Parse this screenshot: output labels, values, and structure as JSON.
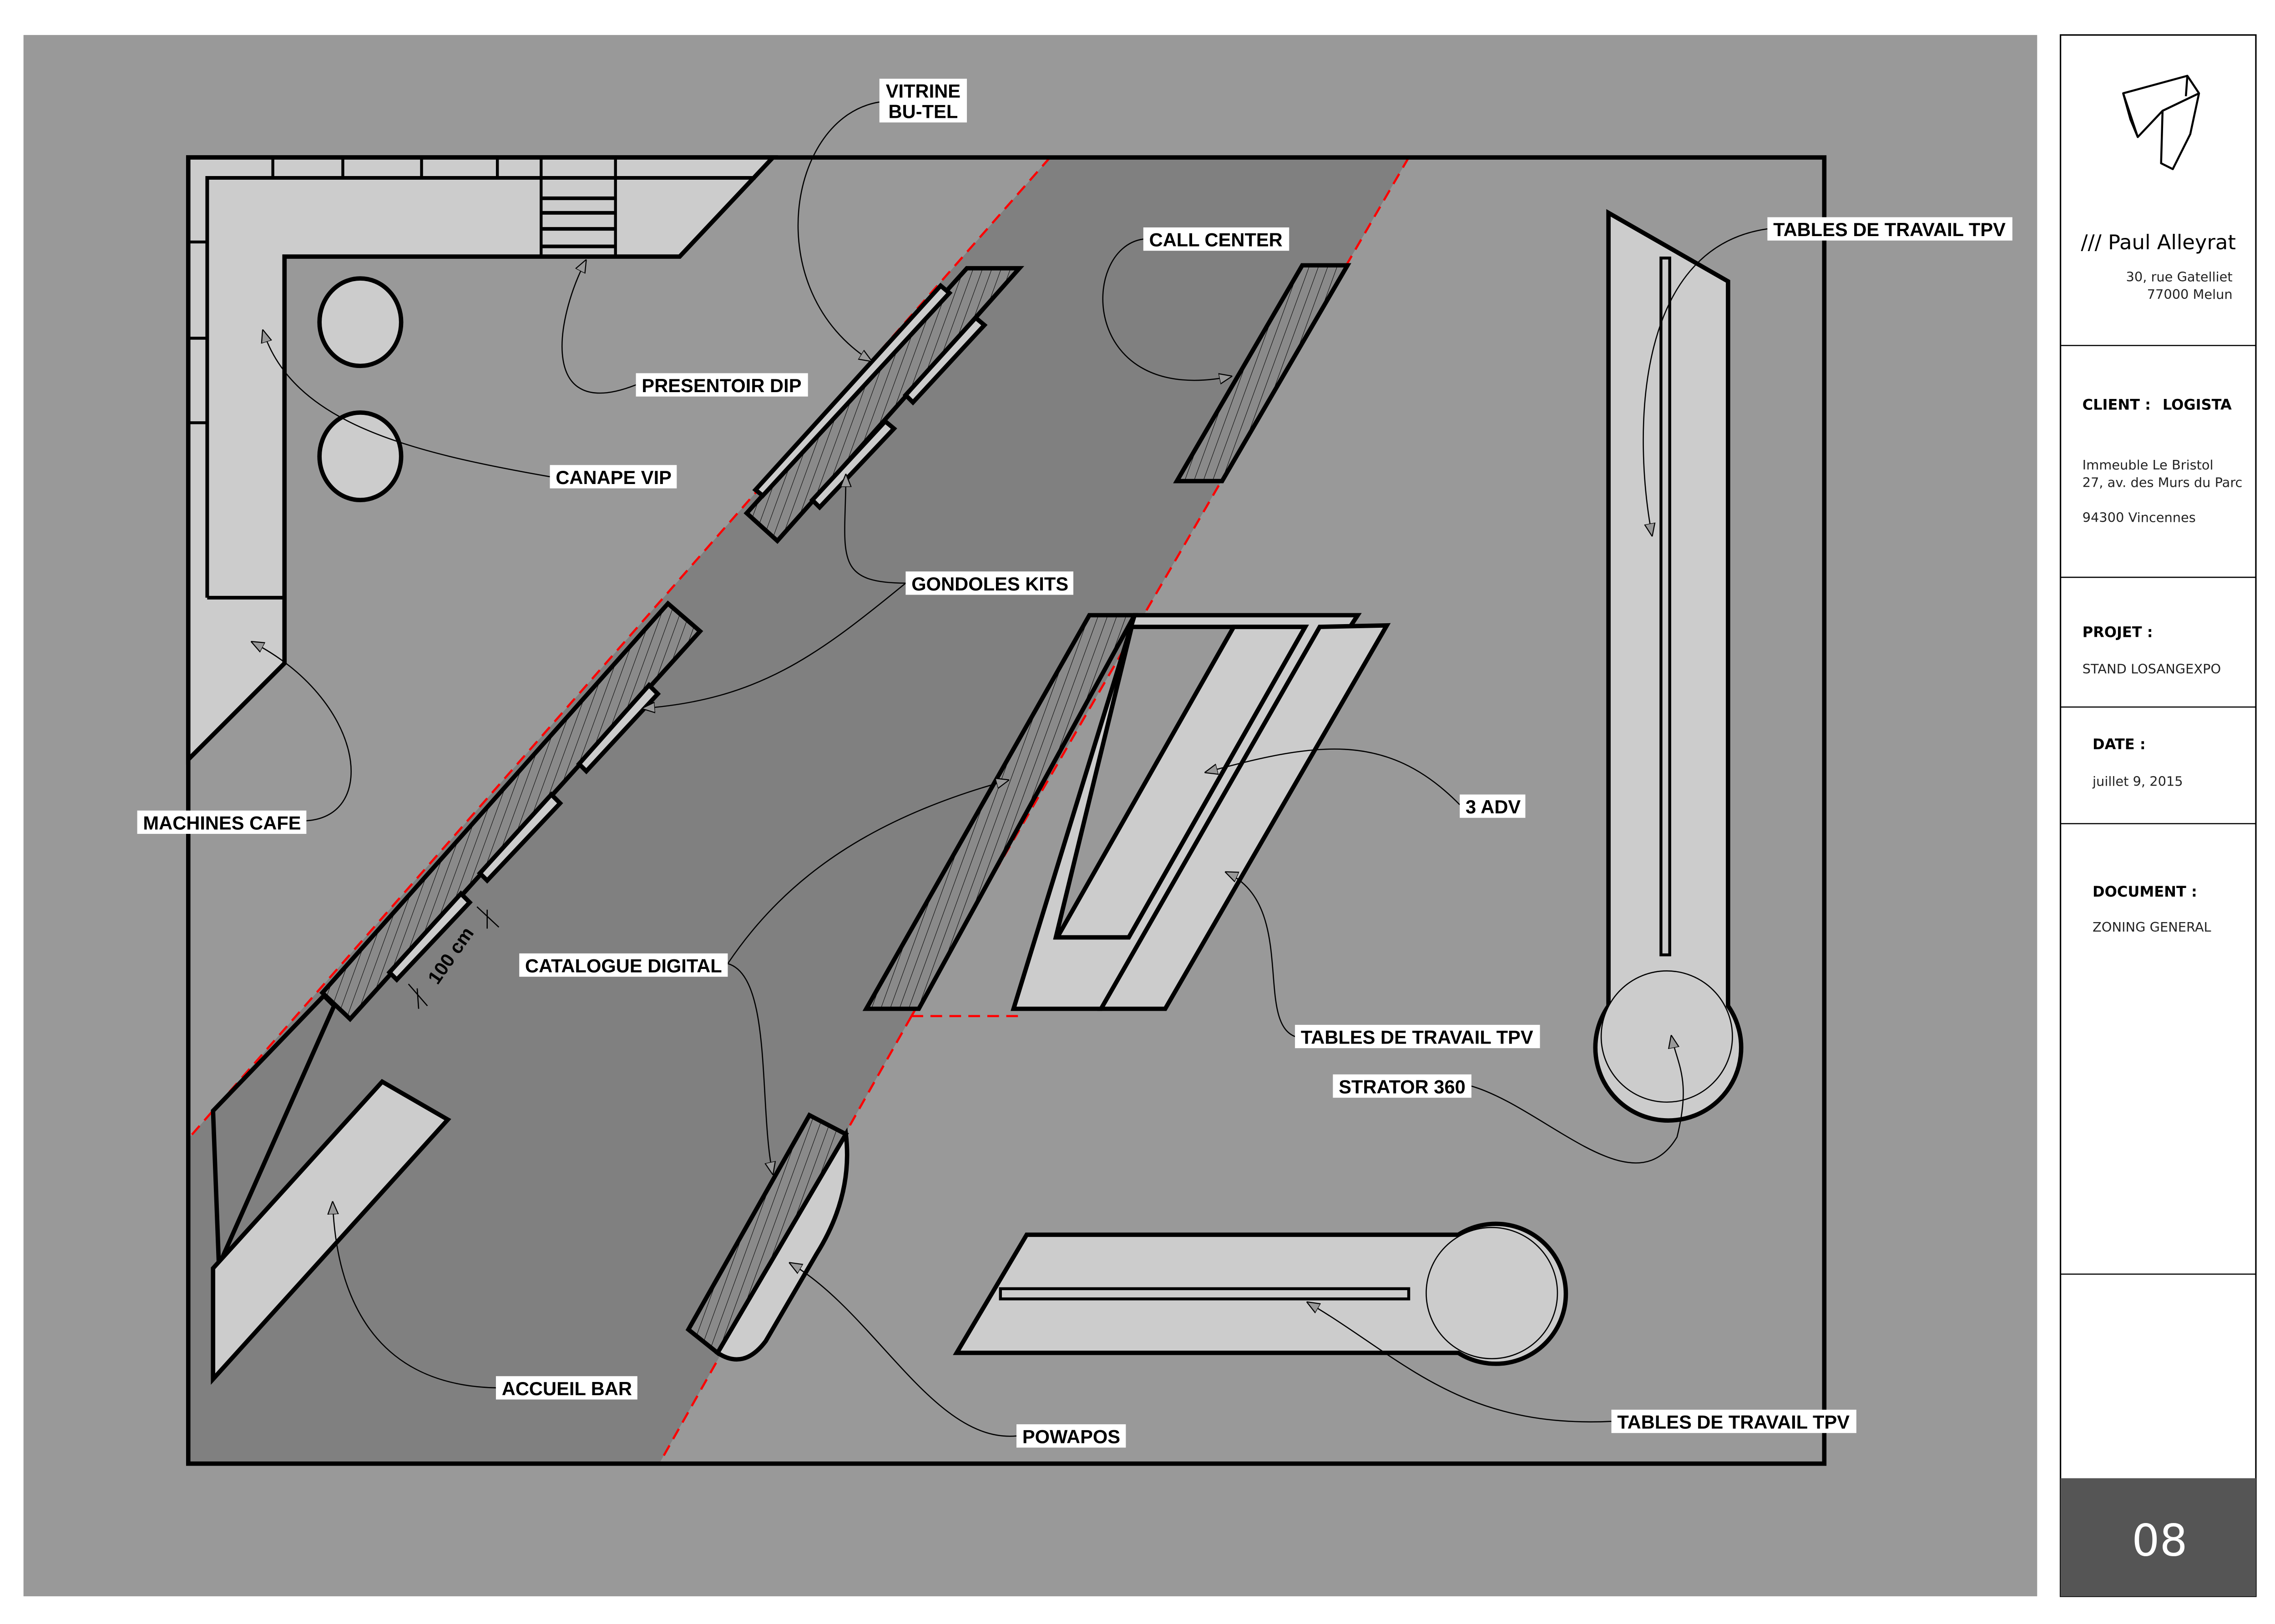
{
  "colors": {
    "sheet_bg": "#999999",
    "zone_dark": "#808080",
    "furniture": "#cccccc",
    "zone_line": "#ff0000",
    "footer": "#555555"
  },
  "plan": {
    "dimension": "100 cm",
    "labels": [
      {
        "id": "vitrine",
        "lines": [
          "VITRINE",
          "BU-TEL"
        ]
      },
      {
        "id": "call_center",
        "text": "CALL CENTER"
      },
      {
        "id": "tpv_top",
        "text": "TABLES DE TRAVAIL TPV"
      },
      {
        "id": "presentoir",
        "text": "PRESENTOIR DIP"
      },
      {
        "id": "canape",
        "text": "CANAPE VIP"
      },
      {
        "id": "gondoles",
        "text": "GONDOLES KITS"
      },
      {
        "id": "machines",
        "text": "MACHINES CAFE"
      },
      {
        "id": "adv",
        "text": "3 ADV"
      },
      {
        "id": "catalogue",
        "text": "CATALOGUE DIGITAL"
      },
      {
        "id": "tpv_mid",
        "text": "TABLES DE TRAVAIL TPV"
      },
      {
        "id": "strator",
        "text": "STRATOR 360"
      },
      {
        "id": "accueil",
        "text": "ACCUEIL BAR"
      },
      {
        "id": "powapos",
        "text": "POWAPOS"
      },
      {
        "id": "tpv_bottom",
        "text": "TABLES DE TRAVAIL TPV"
      }
    ]
  },
  "title_block": {
    "author_prefix": "///",
    "author": "Paul Alleyrat",
    "author_address": [
      "30, rue Gatelliet",
      "77000 Melun"
    ],
    "client_label": "CLIENT :",
    "client_name": "LOGISTA",
    "client_address": [
      "Immeuble Le Bristol",
      "27, av. des Murs du Parc",
      "94300 Vincennes"
    ],
    "project_label": "PROJET  :",
    "project": "STAND LOSANGEXPO",
    "date_label": "DATE  :",
    "date": "juillet 9, 2015",
    "document_label": "DOCUMENT :",
    "document": "ZONING GENERAL",
    "page_number": "08"
  }
}
